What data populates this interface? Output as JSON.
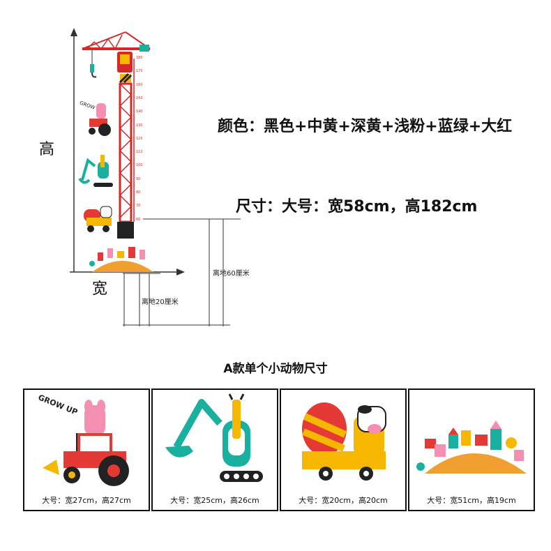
{
  "diagram": {
    "height_label": "高",
    "width_label": "宽",
    "gap60_label": "离地60厘米",
    "gap20_label": "离地20厘米",
    "ruler_ticks": [
      "180",
      "170",
      "160",
      "150",
      "140",
      "130",
      "120",
      "110",
      "100",
      "90",
      "80",
      "70",
      "60"
    ]
  },
  "specs": {
    "color_line": "颜色：黑色+中黄+深黄+浅粉+蓝绿+大红",
    "size_line": "尺寸：大号：宽58cm，高182cm"
  },
  "section": {
    "title": "A款单个小动物尺寸"
  },
  "panels": [
    {
      "icon": "tractor-pig-icon",
      "caption": "大号：宽27cm，高27cm",
      "sign_text": "GROW UP"
    },
    {
      "icon": "excavator-giraffe-icon",
      "caption": "大号：宽25cm，高26cm"
    },
    {
      "icon": "mixer-cow-icon",
      "caption": "大号：宽20cm，高20cm"
    },
    {
      "icon": "hill-town-icon",
      "caption": "大号：宽51cm，高19cm"
    }
  ],
  "colors": {
    "red": "#e53935",
    "teal": "#1ab0a0",
    "yellow": "#f5b700",
    "orange": "#f0a030",
    "pink": "#f48fb1",
    "black": "#222222"
  }
}
